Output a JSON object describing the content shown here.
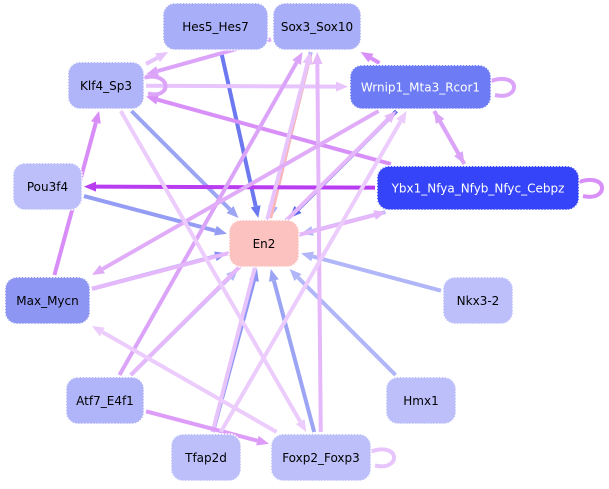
{
  "graph": {
    "type": "directed-network",
    "nodes": [
      {
        "id": "hes5",
        "label": "Hes5_Hes7",
        "fill": "#a9aef8",
        "text": "#000000"
      },
      {
        "id": "sox3",
        "label": "Sox3_Sox10",
        "fill": "#a9aef8",
        "text": "#000000"
      },
      {
        "id": "klf4",
        "label": "Klf4_Sp3",
        "fill": "#b0b4f8",
        "text": "#000000"
      },
      {
        "id": "wrnip1",
        "label": "Wrnip1_Mta3_Rcor1",
        "fill": "#6d7cf4",
        "text": "#ffffff"
      },
      {
        "id": "pou3f4",
        "label": "Pou3f4",
        "fill": "#bcbffa",
        "text": "#000000"
      },
      {
        "id": "ybx1",
        "label": "Ybx1_Nfya_Nfyb_Nfyc_Cebpz",
        "fill": "#3544f8",
        "text": "#ffffff"
      },
      {
        "id": "en2",
        "label": "En2",
        "fill": "#fcc2c0",
        "text": "#000000"
      },
      {
        "id": "max",
        "label": "Max_Mycn",
        "fill": "#8e96f4",
        "text": "#000000"
      },
      {
        "id": "nkx3",
        "label": "Nkx3-2",
        "fill": "#bcbffa",
        "text": "#000000"
      },
      {
        "id": "atf7",
        "label": "Atf7_E4f1",
        "fill": "#b0b4f8",
        "text": "#000000"
      },
      {
        "id": "hmx1",
        "label": "Hmx1",
        "fill": "#bcbffa",
        "text": "#000000"
      },
      {
        "id": "tfap2d",
        "label": "Tfap2d",
        "fill": "#bcbffa",
        "text": "#000000"
      },
      {
        "id": "foxp2",
        "label": "Foxp2_Foxp3",
        "fill": "#bcbffa",
        "text": "#000000"
      }
    ],
    "edges": [
      {
        "from": "hes5",
        "to": "en2",
        "color": "#6b78f0"
      },
      {
        "from": "sox3",
        "to": "en2",
        "color": "#a9b0f8"
      },
      {
        "from": "en2",
        "to": "sox3",
        "color": "#fcb4b4"
      },
      {
        "from": "klf4",
        "to": "en2",
        "color": "#9ca4f4"
      },
      {
        "from": "wrnip1",
        "to": "en2",
        "color": "#5c68ec"
      },
      {
        "from": "pou3f4",
        "to": "en2",
        "color": "#949cf4"
      },
      {
        "from": "ybx1",
        "to": "en2",
        "color": "#b4b8fa"
      },
      {
        "from": "max",
        "to": "en2",
        "color": "#8890f2"
      },
      {
        "from": "nkx3",
        "to": "en2",
        "color": "#b0b6f8"
      },
      {
        "from": "atf7",
        "to": "en2",
        "color": "#b4b8fa"
      },
      {
        "from": "hmx1",
        "to": "en2",
        "color": "#b0b6f8"
      },
      {
        "from": "tfap2d",
        "to": "en2",
        "color": "#8c94f4"
      },
      {
        "from": "foxp2",
        "to": "en2",
        "color": "#9ca4f4"
      },
      {
        "from": "ybx1",
        "to": "pou3f4",
        "color": "#b83cf0"
      },
      {
        "from": "max",
        "to": "klf4",
        "color": "#d88cf8"
      },
      {
        "from": "ybx1",
        "to": "klf4",
        "color": "#d890f8"
      },
      {
        "from": "klf4",
        "to": "wrnip1",
        "color": "#e8c4fc"
      },
      {
        "from": "wrnip1",
        "to": "ybx1",
        "color": "#dca4f8"
      },
      {
        "from": "ybx1",
        "to": "wrnip1",
        "color": "#dca4f8"
      },
      {
        "from": "wrnip1",
        "to": "sox3",
        "color": "#d890f8"
      },
      {
        "from": "atf7",
        "to": "sox3",
        "color": "#dca4f8"
      },
      {
        "from": "tfap2d",
        "to": "sox3",
        "color": "#e8c4fc"
      },
      {
        "from": "foxp2",
        "to": "sox3",
        "color": "#e4b8fa"
      },
      {
        "from": "klf4",
        "to": "hes5",
        "color": "#e8c4fc"
      },
      {
        "from": "max",
        "to": "ybx1",
        "color": "#e4b8fa"
      },
      {
        "from": "wrnip1",
        "to": "max",
        "color": "#e0acf8"
      },
      {
        "from": "atf7",
        "to": "wrnip1",
        "color": "#e4b8fa"
      },
      {
        "from": "klf4",
        "to": "foxp2",
        "color": "#ecccfc"
      },
      {
        "from": "foxp2",
        "to": "max",
        "color": "#ecccfc"
      },
      {
        "from": "atf7",
        "to": "foxp2",
        "color": "#dc9cf8"
      },
      {
        "from": "tfap2d",
        "to": "wrnip1",
        "color": "#ecccfc"
      },
      {
        "from": "sox3",
        "to": "klf4",
        "color": "#dca4f8"
      }
    ],
    "self_loops": [
      {
        "node": "klf4",
        "color": "#dca4f8"
      },
      {
        "node": "wrnip1",
        "color": "#dca4f8"
      },
      {
        "node": "ybx1",
        "color": "#d890f8"
      },
      {
        "node": "foxp2",
        "color": "#e8c4fc"
      }
    ]
  }
}
